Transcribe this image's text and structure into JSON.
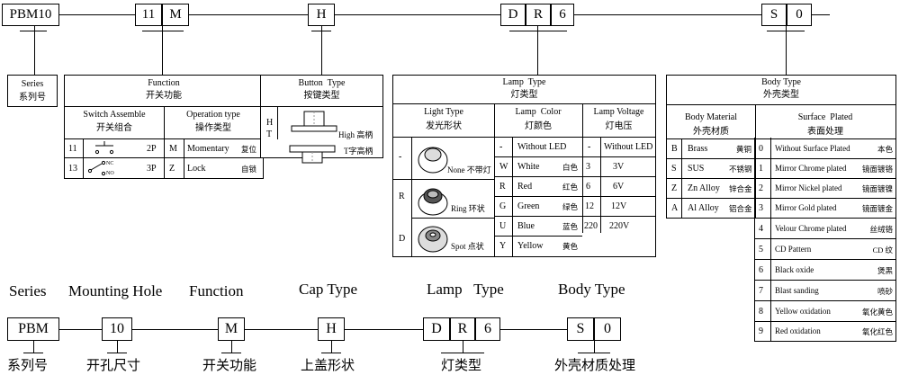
{
  "top_code": {
    "series": "PBM10",
    "func1": "11",
    "func2": "M",
    "button": "H",
    "lamp1": "D",
    "lamp2": "R",
    "lamp3": "6",
    "body1": "S",
    "body2": "0"
  },
  "series_label": {
    "en": "Series",
    "cn": "系列号"
  },
  "function_table": {
    "title_en": "Function",
    "title_cn": "开关功能",
    "col1_en": "Switch Assemble",
    "col1_cn": "开关组合",
    "col2_en": "Operation type",
    "col2_cn": "操作类型",
    "rows": [
      {
        "code": "11",
        "poles": "2P",
        "op_code": "M",
        "op_en": "Momentary",
        "op_cn": "复位"
      },
      {
        "code": "13",
        "poles": "3P",
        "op_code": "Z",
        "op_en": "Lock",
        "op_cn": "自锁"
      }
    ],
    "nc": "NC",
    "no": "NO"
  },
  "button_table": {
    "title_en": "Button  Type",
    "title_cn": "按键类型",
    "rows": [
      {
        "code": "H",
        "label": "High 高柄"
      },
      {
        "code": "T",
        "label": "T字高柄"
      }
    ]
  },
  "lamp_table": {
    "title_en": "Lamp  Type",
    "title_cn": "灯类型",
    "light_en": "Light Type",
    "light_cn": "发光形状",
    "color_en": "Lamp  Color",
    "color_cn": "灯颜色",
    "volt_en": "Lamp Voltage",
    "volt_cn": "灯电压",
    "light_rows": [
      {
        "code": "-",
        "label": "None 不带灯"
      },
      {
        "code": "R",
        "label": "Ring 环状"
      },
      {
        "code": "D",
        "label": "Spot 点状"
      }
    ],
    "colors": [
      {
        "code": "-",
        "en": "Without LED",
        "cn": ""
      },
      {
        "code": "W",
        "en": "White",
        "cn": "白色"
      },
      {
        "code": "R",
        "en": "Red",
        "cn": "红色"
      },
      {
        "code": "G",
        "en": "Green",
        "cn": "绿色"
      },
      {
        "code": "U",
        "en": "Blue",
        "cn": "蓝色"
      },
      {
        "code": "Y",
        "en": "Yellow",
        "cn": "黄色"
      }
    ],
    "volts": [
      {
        "code": "-",
        "v": "Without LED"
      },
      {
        "code": "3",
        "v": "3V"
      },
      {
        "code": "6",
        "v": "6V"
      },
      {
        "code": "12",
        "v": "12V"
      },
      {
        "code": "220",
        "v": "220V"
      }
    ]
  },
  "body_table": {
    "title_en": "Body Type",
    "title_cn": "外壳类型",
    "mat_en": "Body Material",
    "mat_cn": "外壳材质",
    "surf_en": "Surface  Plated",
    "surf_cn": "表面处理",
    "materials": [
      {
        "code": "B",
        "en": "Brass",
        "cn": "黄铜"
      },
      {
        "code": "S",
        "en": "SUS",
        "cn": "不锈钢"
      },
      {
        "code": "Z",
        "en": "Zn Alloy",
        "cn": "锌合金"
      },
      {
        "code": "A",
        "en": "Al Alloy",
        "cn": "铝合金"
      }
    ],
    "surfaces": [
      {
        "code": "0",
        "en": "Without Surface Plated",
        "cn": "本色"
      },
      {
        "code": "1",
        "en": "Mirror Chrome plated",
        "cn": "镜面镀铬"
      },
      {
        "code": "2",
        "en": "Mirror Nickel plated",
        "cn": "镜面镀镍"
      },
      {
        "code": "3",
        "en": "Mirror Gold plated",
        "cn": "镜面镀金"
      },
      {
        "code": "4",
        "en": "Velour Chrome plated",
        "cn": "丝绒铬"
      },
      {
        "code": "5",
        "en": "CD Pattern",
        "cn": "CD 纹"
      },
      {
        "code": "6",
        "en": "Black oxide",
        "cn": "煲黑"
      },
      {
        "code": "7",
        "en": "Blast sanding",
        "cn": "喷砂"
      },
      {
        "code": "8",
        "en": "Yellow oxidation",
        "cn": "氧化黄色"
      },
      {
        "code": "9",
        "en": "Red oxidation",
        "cn": "氧化红色"
      }
    ]
  },
  "bottom": {
    "series": {
      "en": "Series",
      "cn": "系列号",
      "box": "PBM"
    },
    "mount": {
      "en": "Mounting Hole",
      "cn": "开孔尺寸",
      "box": "10"
    },
    "func": {
      "en": "Function",
      "cn": "开关功能",
      "box": "M"
    },
    "cap": {
      "en": "Cap Type",
      "cn": "上盖形状",
      "box": "H"
    },
    "lamp": {
      "en": "Lamp   Type",
      "cn": "灯类型",
      "box1": "D",
      "box2": "R",
      "box3": "6"
    },
    "body": {
      "en": "Body Type",
      "cn": "外壳材质处理",
      "box1": "S",
      "box2": "0"
    }
  }
}
